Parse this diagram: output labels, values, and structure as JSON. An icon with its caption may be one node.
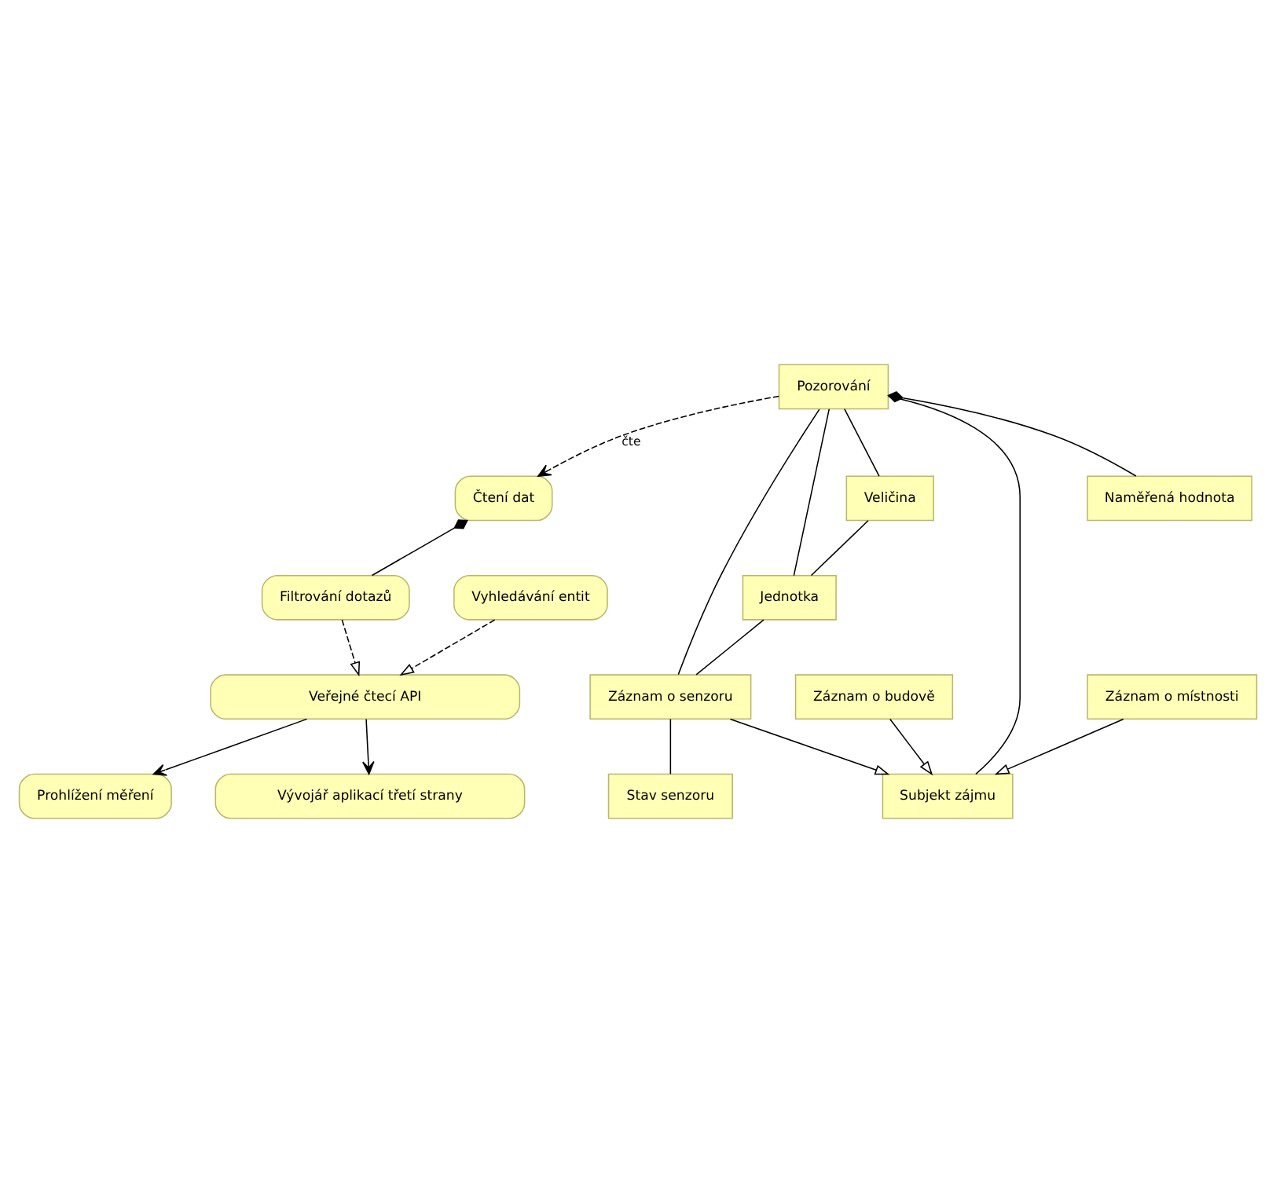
{
  "diagram": {
    "nodes": [
      {
        "text": [
          "Vývojář aplikací třetí strany"
        ]
      },
      {
        "text": [
          "Veřejné čtecí API"
        ]
      },
      {
        "text": [
          "Filtrování dotazů"
        ]
      },
      {
        "text": [
          "Vyhledávání entit"
        ]
      },
      {
        "text": [
          "Prohlížení měření"
        ]
      },
      {
        "text": [
          "Čtení dat"
        ]
      },
      {
        "text": [
          "Pozorování"
        ]
      },
      {
        "text": [
          "Veličina"
        ]
      },
      {
        "text": [
          "Jednotka"
        ]
      },
      {
        "text": [
          "Záznam o senzoru"
        ]
      },
      {
        "text": [
          "Stav senzoru"
        ]
      },
      {
        "text": [
          "Subjekt zájmu"
        ]
      },
      {
        "text": [
          "Záznam o místnosti"
        ]
      },
      {
        "text": [
          "Naměřená hodnota"
        ]
      },
      {
        "text": [
          "Záznam o budově"
        ]
      }
    ],
    "edges": [
      {
        "from": 1,
        "to": 0,
        "arrow": "to"
      },
      {
        "from": 2,
        "to": 1,
        "arrow": "to",
        "style": "dashed"
      },
      {
        "from": 3,
        "to": 1,
        "arrow": "to",
        "style": "dashed"
      },
      {
        "from": 1,
        "to": 4,
        "arrow": "to"
      },
      {
        "from": 5,
        "to": 2,
        "arrow": "other"
      },
      {
        "from": 6,
        "to": 5,
        "arrow": "to",
        "style": "dashed",
        "label": "čte"
      },
      {
        "from": 6,
        "to": 7,
        "arrow": "none"
      },
      {
        "from": 6,
        "to": 8,
        "arrow": "none"
      },
      {
        "from": 6,
        "to": 9,
        "arrow": "none"
      },
      {
        "from": 6,
        "to": 11,
        "arrow": "none"
      },
      {
        "from": 7,
        "to": 8,
        "arrow": "none"
      },
      {
        "from": 8,
        "to": 9,
        "arrow": "none"
      },
      {
        "from": 9,
        "to": 10,
        "arrow": "none"
      },
      {
        "from": 9,
        "to": 11,
        "arrow": "to"
      },
      {
        "from": 12,
        "to": 11,
        "arrow": "to"
      },
      {
        "from": 14,
        "to": 11,
        "arrow": "to"
      },
      {
        "from": 6,
        "to": 13,
        "arrow": "other"
      }
    ]
  }
}
